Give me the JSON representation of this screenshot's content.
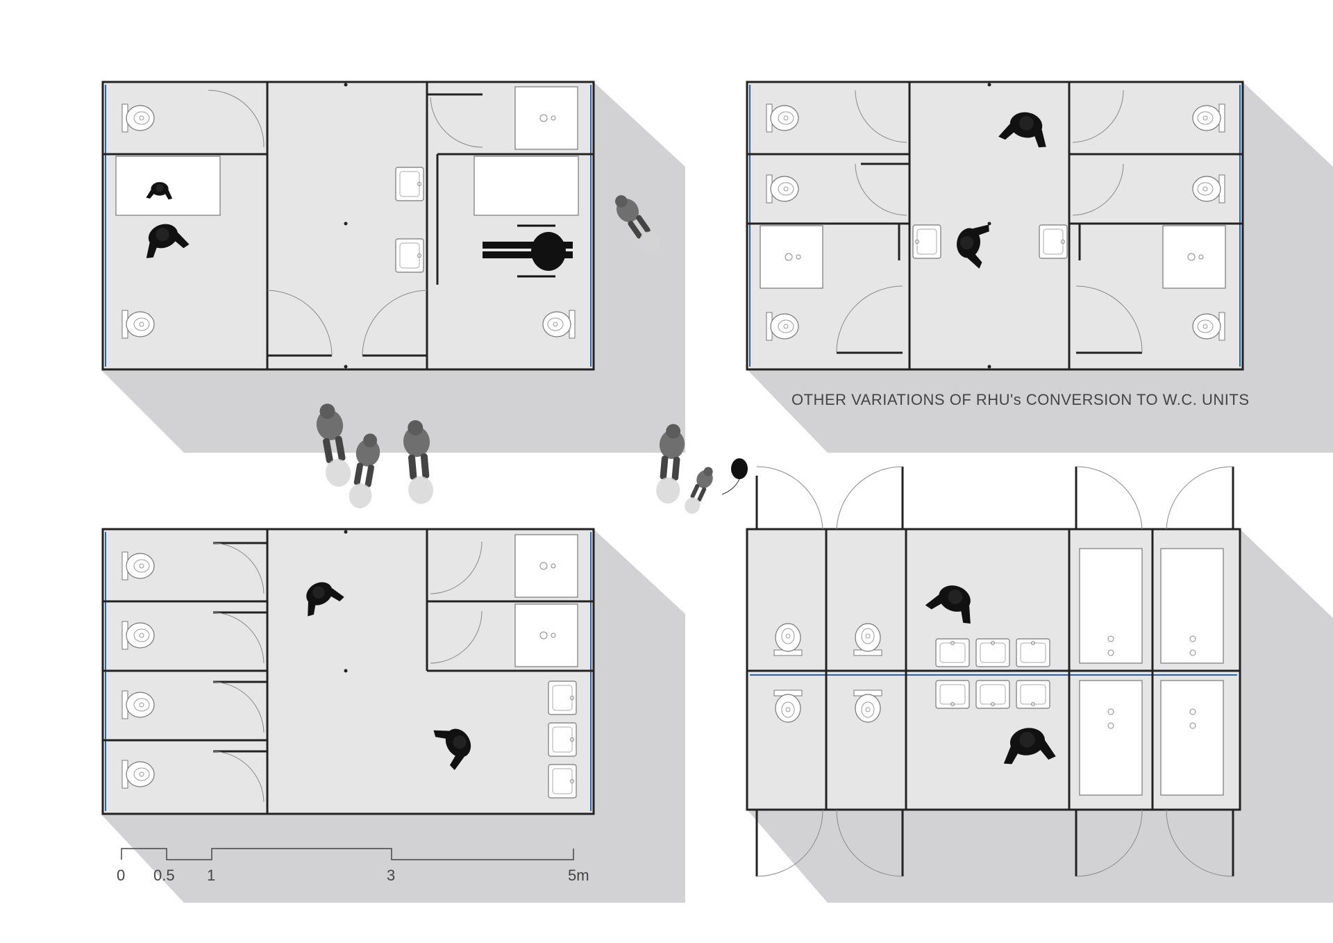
{
  "caption": "OTHER VARIATIONS OF RHU's CONVERSION TO W.C. UNITS",
  "scale": {
    "ticks": [
      "0",
      "0.5",
      "1",
      "3",
      "5m"
    ]
  },
  "colors": {
    "floor": "#e6e6e6",
    "shadow": "#d2d2d4",
    "wall": "#222222",
    "accent": "#2a62b8",
    "figure": "#111111",
    "figure_grey": "#6f6f6f"
  },
  "panels": [
    {
      "id": "plan-top-left"
    },
    {
      "id": "plan-top-right"
    },
    {
      "id": "plan-bottom-left"
    },
    {
      "id": "plan-bottom-right"
    }
  ]
}
